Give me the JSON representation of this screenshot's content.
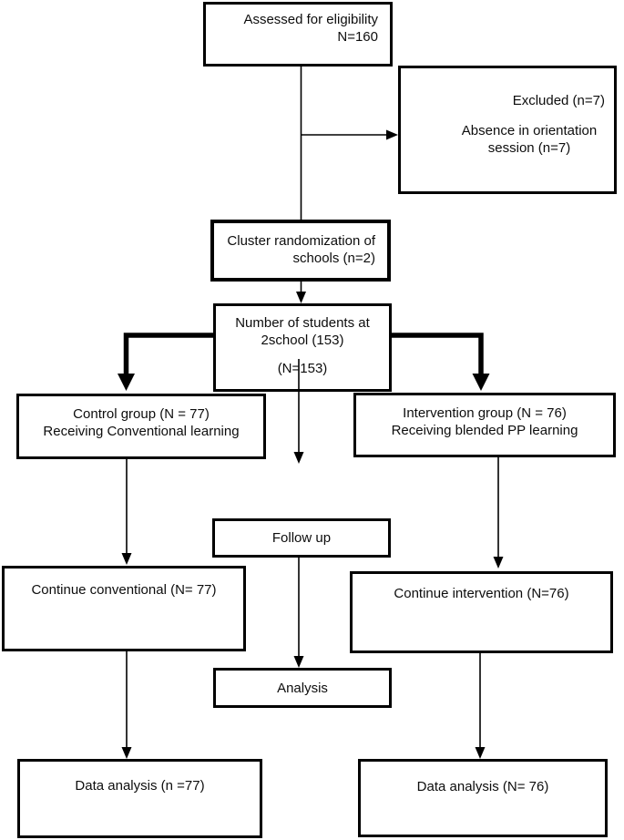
{
  "diagram": {
    "background_color": "#ffffff",
    "line_color": "#000000",
    "text_color": "#0d0d0d",
    "boxes": {
      "eligibility": {
        "lines": [
          "Assessed for eligibility",
          "N=160"
        ]
      },
      "excluded": {
        "lines": [
          "Excluded (n=7)",
          "Absence in orientation",
          "session (n=7)"
        ]
      },
      "cluster": {
        "lines": [
          "Cluster randomization of",
          "schools (n=2)"
        ]
      },
      "students": {
        "lines": [
          "Number of students at",
          "2school (153)",
          "(N=153)"
        ]
      },
      "control": {
        "lines": [
          "Control group (N = 77)",
          "Receiving Conventional learning"
        ]
      },
      "intervention": {
        "lines": [
          "Intervention group (N = 76)",
          "Receiving blended PP learning"
        ]
      },
      "followup": {
        "lines": [
          "Follow up"
        ]
      },
      "continue_conventional": {
        "lines": [
          "Continue conventional (N= 77)"
        ]
      },
      "continue_intervention": {
        "lines": [
          "Continue intervention (N=76)"
        ]
      },
      "analysis": {
        "lines": [
          "Analysis"
        ]
      },
      "data_analysis_left": {
        "lines": [
          "Data analysis (n =77)"
        ]
      },
      "data_analysis_right": {
        "lines": [
          "Data analysis (N= 76)"
        ]
      }
    }
  }
}
